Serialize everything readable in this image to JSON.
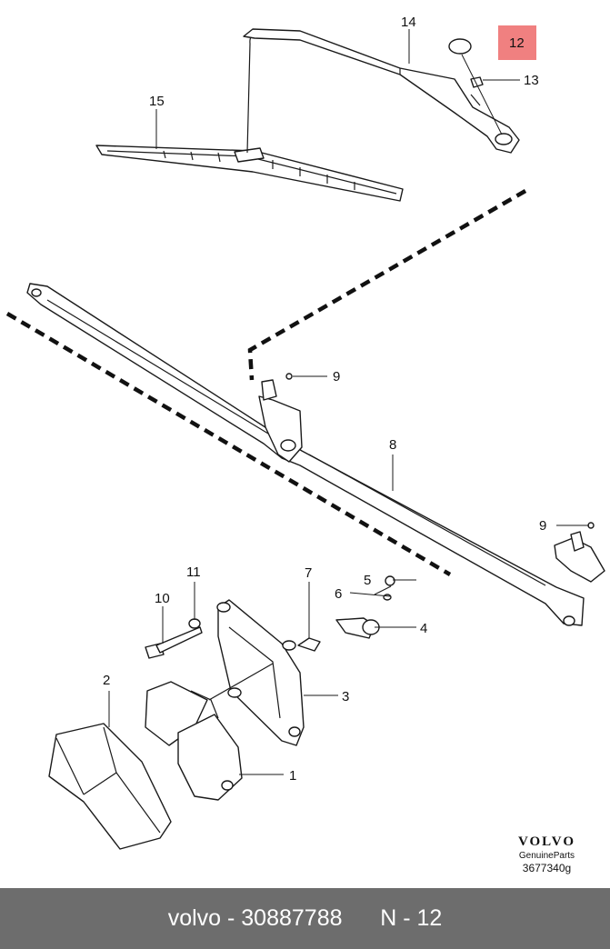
{
  "diagram": {
    "callouts": [
      {
        "id": "c1",
        "label": "1"
      },
      {
        "id": "c2",
        "label": "2"
      },
      {
        "id": "c3",
        "label": "3"
      },
      {
        "id": "c4",
        "label": "4"
      },
      {
        "id": "c5",
        "label": "5"
      },
      {
        "id": "c6",
        "label": "6"
      },
      {
        "id": "c7",
        "label": "7"
      },
      {
        "id": "c8",
        "label": "8"
      },
      {
        "id": "c9a",
        "label": "9"
      },
      {
        "id": "c9b",
        "label": "9"
      },
      {
        "id": "c10",
        "label": "10"
      },
      {
        "id": "c11",
        "label": "11"
      },
      {
        "id": "c12",
        "label": "12"
      },
      {
        "id": "c13",
        "label": "13"
      },
      {
        "id": "c14",
        "label": "14"
      },
      {
        "id": "c15",
        "label": "15"
      }
    ],
    "highlight_color": "#f08080",
    "brand": {
      "logo": "VOLVO",
      "subtitle": "GenuineParts",
      "drawing_code": "3677340g"
    }
  },
  "footer": {
    "brand": "volvo",
    "part_number": "30887788",
    "position": "N - 12"
  }
}
